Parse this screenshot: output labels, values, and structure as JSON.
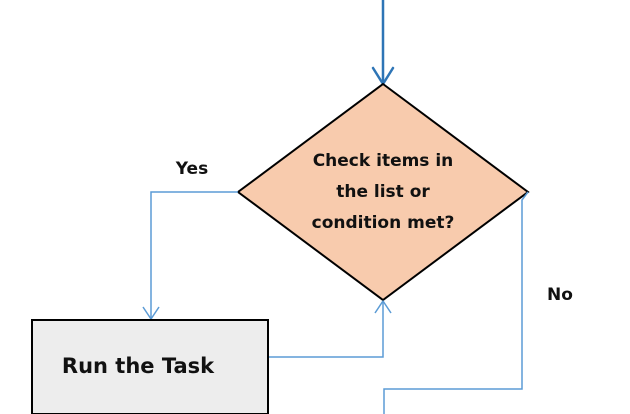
{
  "decision": {
    "lines": [
      "Check items in",
      "the list or",
      "condition met?"
    ],
    "fill": "#F8CBAD",
    "stroke": "#000000"
  },
  "process": {
    "label": "Run the Task",
    "fill": "#EDEDED",
    "stroke": "#000000"
  },
  "edges": {
    "yes_label": "Yes",
    "no_label": "No",
    "color": "#5B9BD5",
    "entry_color": "#2E75B6"
  }
}
